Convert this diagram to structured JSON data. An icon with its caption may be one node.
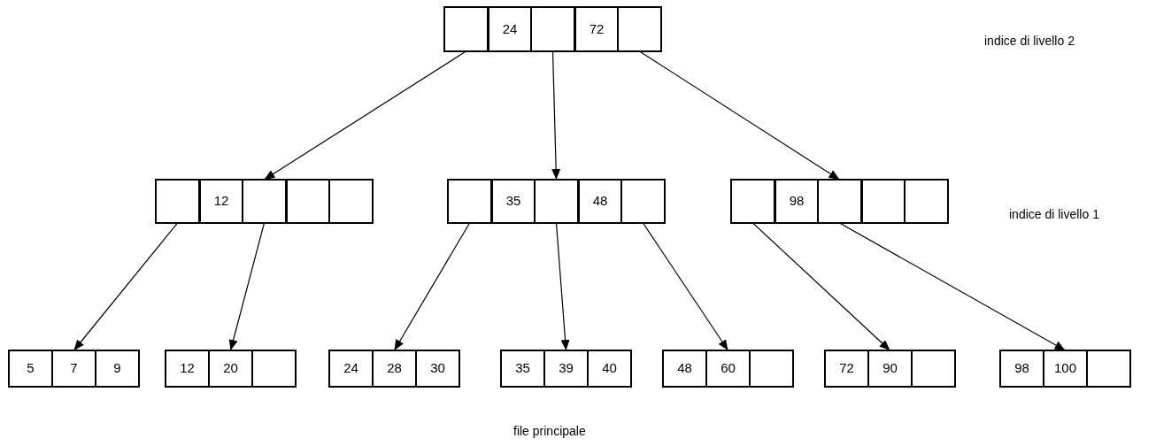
{
  "diagram": {
    "nodes": [
      {
        "text": [],
        "shape": "box"
      },
      {
        "text": [],
        "shape": "box",
        "in": 0
      },
      {
        "text": [
          "24"
        ],
        "in": 0
      },
      {
        "text": [],
        "shape": "box",
        "in": 0
      },
      {
        "text": [
          "72"
        ],
        "in": 0
      },
      {
        "text": [],
        "shape": "box",
        "in": 0
      },
      {
        "text": [],
        "shape": "box"
      },
      {
        "text": [],
        "shape": "box",
        "in": 6
      },
      {
        "text": [
          "12"
        ],
        "in": 6
      },
      {
        "text": [],
        "shape": "box",
        "in": 6
      },
      {
        "text": [],
        "shape": "box",
        "in": 6
      },
      {
        "text": [],
        "shape": "box",
        "in": 6
      },
      {
        "text": [],
        "shape": "box"
      },
      {
        "text": [],
        "shape": "box",
        "in": 12
      },
      {
        "text": [
          "35"
        ],
        "in": 12
      },
      {
        "text": [],
        "shape": "box",
        "in": 12
      },
      {
        "text": [
          "48"
        ],
        "in": 12
      },
      {
        "text": [],
        "shape": "box",
        "in": 12
      },
      {
        "text": [],
        "shape": "box"
      },
      {
        "text": [],
        "shape": "box",
        "in": 18
      },
      {
        "text": [
          "98"
        ],
        "in": 18
      },
      {
        "text": [],
        "shape": "box",
        "in": 18
      },
      {
        "text": [],
        "shape": "box",
        "in": 18
      },
      {
        "text": [],
        "shape": "box",
        "in": 18
      },
      {
        "text": [],
        "shape": "box"
      },
      {
        "text": [
          "5"
        ],
        "in": 24
      },
      {
        "text": [
          "7"
        ],
        "in": 24
      },
      {
        "text": [
          "9"
        ],
        "in": 24
      },
      {
        "text": [],
        "shape": "box"
      },
      {
        "text": [
          "12"
        ],
        "in": 28
      },
      {
        "text": [
          "20"
        ],
        "in": 28
      },
      {
        "text": [],
        "shape": "box",
        "in": 28
      },
      {
        "text": [],
        "shape": "box"
      },
      {
        "text": [
          "24"
        ],
        "in": 32
      },
      {
        "text": [
          "28"
        ],
        "in": 32
      },
      {
        "text": [
          "30"
        ],
        "in": 32
      },
      {
        "text": [],
        "shape": "box"
      },
      {
        "text": [
          "35"
        ],
        "in": 36
      },
      {
        "text": [
          "39"
        ],
        "in": 36
      },
      {
        "text": [
          "40"
        ],
        "in": 36
      },
      {
        "text": [],
        "shape": "box"
      },
      {
        "text": [
          "48"
        ],
        "in": 40
      },
      {
        "text": [
          "60"
        ],
        "in": 40
      },
      {
        "text": [],
        "shape": "box",
        "in": 40
      },
      {
        "text": [],
        "shape": "box"
      },
      {
        "text": [
          "72"
        ],
        "in": 44
      },
      {
        "text": [
          "90"
        ],
        "in": 44
      },
      {
        "text": [],
        "shape": "box",
        "in": 44
      },
      {
        "text": [],
        "shape": "box"
      },
      {
        "text": [
          "98"
        ],
        "in": 48
      },
      {
        "text": [
          "100"
        ],
        "in": 48
      },
      {
        "text": [],
        "shape": "box",
        "in": 48
      }
    ],
    "edges": [
      {
        "from": 1,
        "to": 6,
        "arrow": "to"
      },
      {
        "from": 3,
        "to": 12,
        "arrow": "to"
      },
      {
        "from": 5,
        "to": 18,
        "arrow": "to"
      },
      {
        "from": 7,
        "to": 24,
        "arrow": "to"
      },
      {
        "from": 9,
        "to": 28,
        "arrow": "to"
      },
      {
        "from": 13,
        "to": 32,
        "arrow": "to"
      },
      {
        "from": 15,
        "to": 36,
        "arrow": "to"
      },
      {
        "from": 17,
        "to": 40,
        "arrow": "to"
      },
      {
        "from": 19,
        "to": 44,
        "arrow": "to"
      },
      {
        "from": 21,
        "to": 48,
        "arrow": "to"
      }
    ],
    "labels": [
      "indice di livello 2",
      "indice di livello 1",
      "file principale"
    ]
  }
}
